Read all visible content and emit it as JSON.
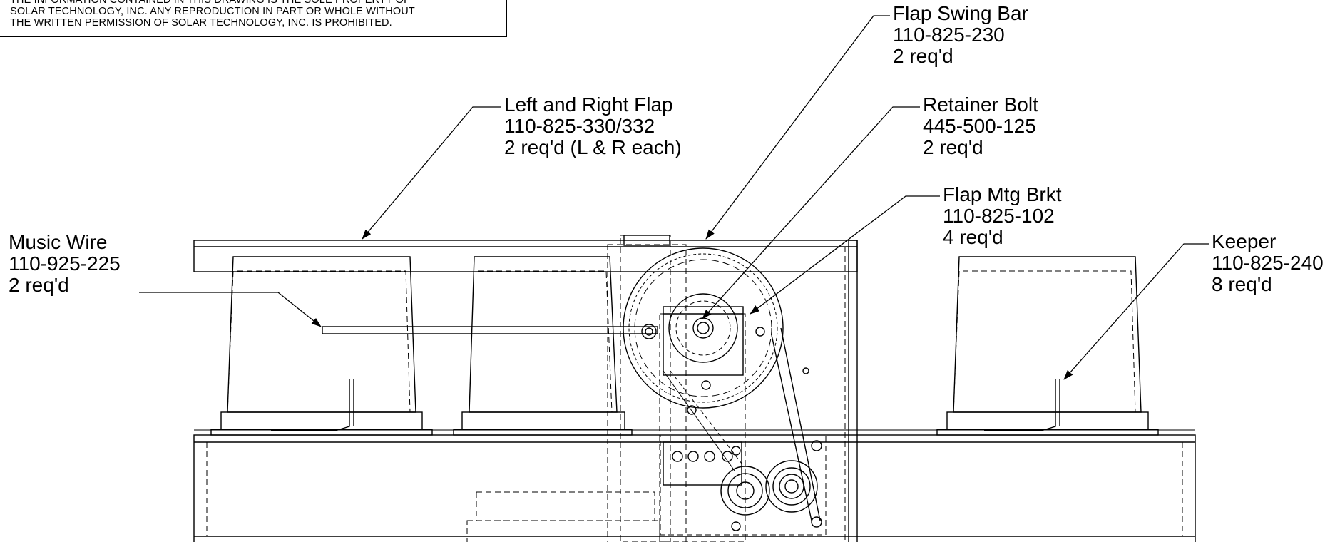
{
  "notice": {
    "lines": [
      "THE INFORMATION CONTAINED IN THIS DRAWING IS THE SOLE PROPERTY OF",
      "SOLAR TECHNOLOGY, INC. ANY REPRODUCTION IN PART OR WHOLE WITHOUT",
      "THE WRITTEN PERMISSION OF SOLAR TECHNOLOGY, INC. IS PROHIBITED."
    ]
  },
  "callouts": {
    "flap_swing_bar": {
      "name": "Flap Swing Bar",
      "part": "110-825-230",
      "qty": "2 req'd"
    },
    "left_right_flap": {
      "name": "Left and Right Flap",
      "part": "110-825-330/332",
      "qty": "2 req'd (L & R each)"
    },
    "retainer_bolt": {
      "name": "Retainer Bolt",
      "part": "445-500-125",
      "qty": "2 req'd"
    },
    "flap_mtg_brkt": {
      "name": "Flap Mtg Brkt",
      "part": "110-825-102",
      "qty": "4 req'd"
    },
    "music_wire": {
      "name": "Music Wire",
      "part": "110-925-225",
      "qty": "2 req'd"
    },
    "keeper": {
      "name": "Keeper",
      "part": "110-825-240",
      "qty": "8 req'd"
    }
  }
}
